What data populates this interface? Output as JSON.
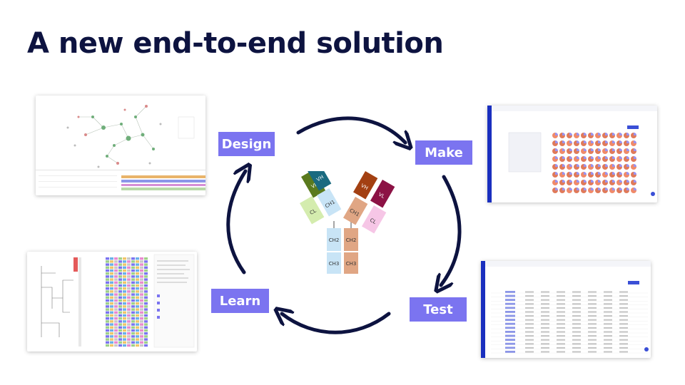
{
  "slide": {
    "title": "A new end-to-end solution"
  },
  "cycle": {
    "design": "Design",
    "make": "Make",
    "test": "Test",
    "learn": "Learn"
  },
  "antibody": {
    "left_vh": "VH",
    "left_vl": "VL",
    "left_ch1": "CH1",
    "left_cl": "CL",
    "right_vh": "VH",
    "right_vl": "VL",
    "right_ch1": "CH1",
    "right_cl": "CL",
    "left_ch2": "CH2",
    "left_ch3": "CH3",
    "right_ch2": "CH2",
    "right_ch3": "CH3"
  },
  "colors": {
    "title": "#0d1340",
    "label_bg": "#7b74f0",
    "arrow": "#0d1340",
    "app_nav": "#1a2fbf"
  }
}
